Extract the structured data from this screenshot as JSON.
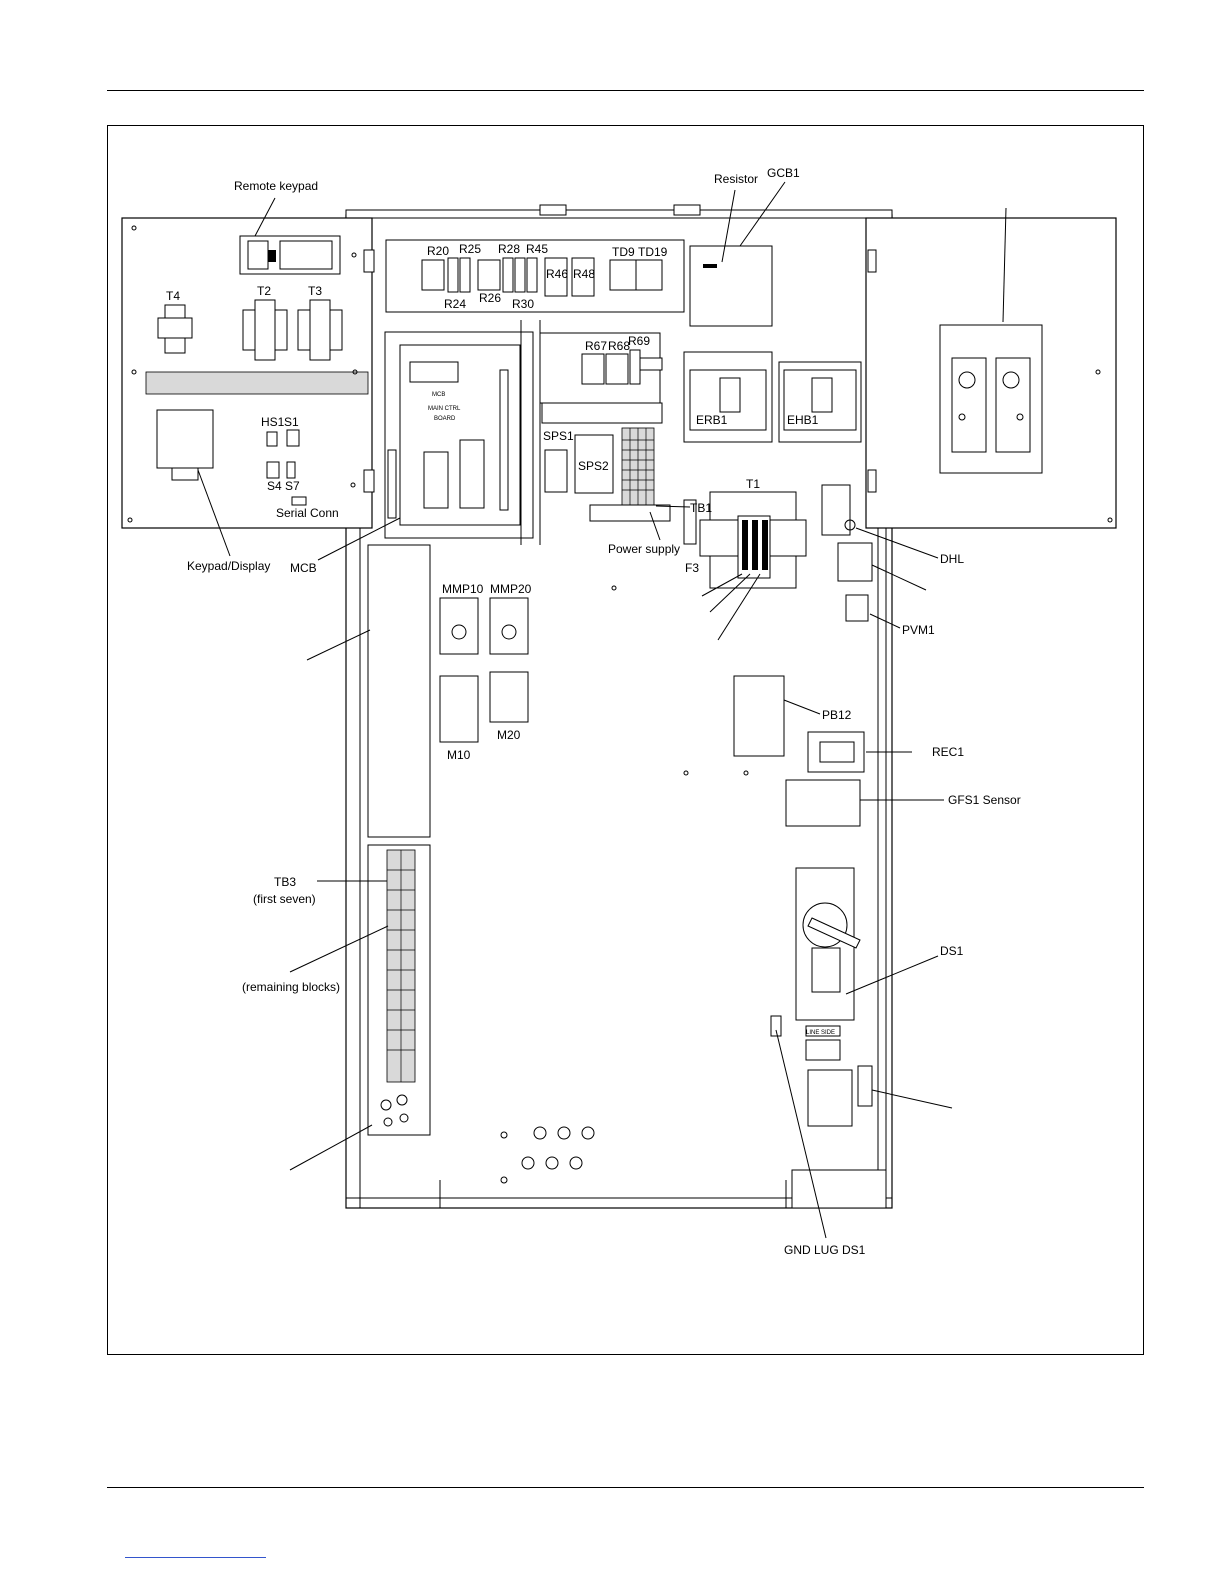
{
  "labels": {
    "remote_keypad": "Remote keypad",
    "resistor": "Resistor",
    "gcb1": "GCB1",
    "t4": "T4",
    "t2": "T2",
    "t3": "T3",
    "hs1": "HS1",
    "s1": "S1",
    "s4": "S4",
    "s7": "S7",
    "serial_conn": "Serial Conn",
    "keypad_display": "Keypad/Display",
    "mcb": "MCB",
    "r20": "R20",
    "r25": "R25",
    "r28": "R28",
    "r45": "R45",
    "r24": "R24",
    "r26": "R26",
    "r30": "R30",
    "r46": "R46",
    "r48": "R48",
    "td9": "TD9",
    "td19": "TD19",
    "r67": "R67",
    "r68": "R68",
    "r69": "R69",
    "erb1": "ERB1",
    "ehb1": "EHB1",
    "sps1": "SPS1",
    "sps2": "SPS2",
    "tb1": "TB1",
    "t1": "T1",
    "power_supply": "Power supply",
    "f3": "F3",
    "dhl": "DHL",
    "pvm1": "PVM1",
    "mmp10": "MMP10",
    "mmp20": "MMP20",
    "m10": "M10",
    "m20": "M20",
    "pb12": "PB12",
    "rec1": "REC1",
    "gfs1_sensor": "GFS1 Sensor",
    "tb3": "TB3",
    "first_seven": "(first seven)",
    "remaining_blocks": "(remaining blocks)",
    "ds1": "DS1",
    "gnd_lug_ds1": "GND LUG DS1"
  },
  "board_text": {
    "mcb_title": "MCB",
    "main_line1": "MAIN CTRL",
    "main_line2": "BOARD",
    "line_side": "LINE SIDE"
  }
}
